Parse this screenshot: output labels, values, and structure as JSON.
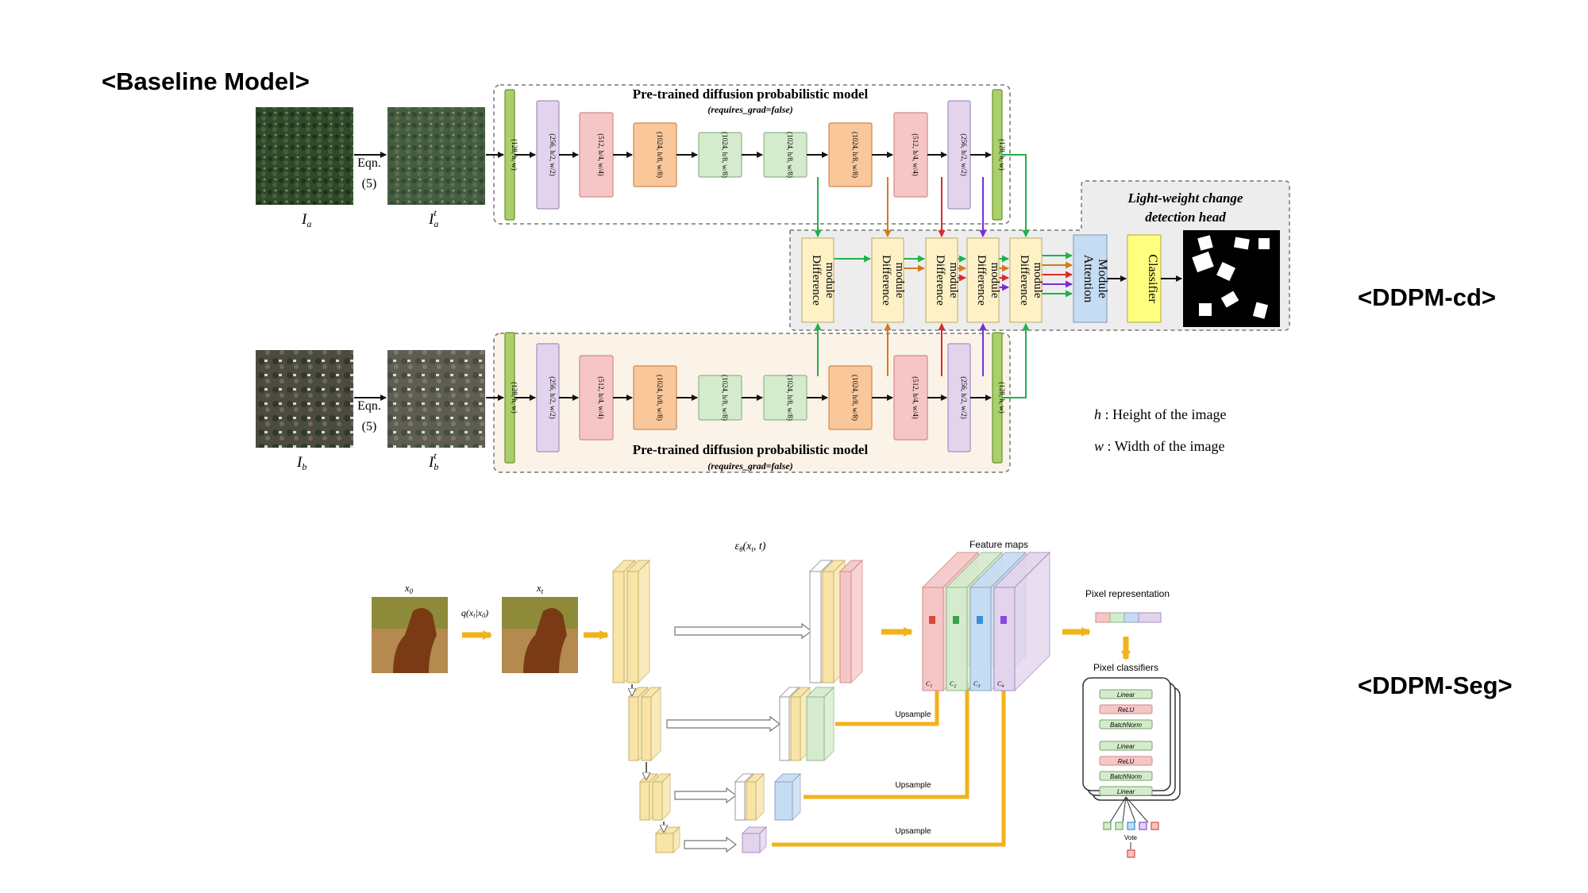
{
  "labels": {
    "baseline": "<Baseline Model>",
    "cd": "<DDPM-cd>",
    "seg": "<DDPM-Seg>"
  },
  "ddpm_cd": {
    "top_title": "Pre-trained diffusion probabilistic model",
    "top_subtitle": "(requires_grad=false)",
    "bottom_title": "Pre-trained diffusion probabilistic model",
    "bottom_subtitle": "(requires_grad=false)",
    "head_title_line1": "Light-weight  change",
    "head_title_line2": "detection head",
    "eqn_line1": "Eqn.",
    "eqn_line2": "(5)",
    "img_a": "I",
    "img_a_sub": "a",
    "img_at": "I",
    "img_at_sub": "a",
    "img_at_sup": "t",
    "img_b": "I",
    "img_b_sub": "b",
    "img_bt": "I",
    "img_bt_sub": "b",
    "img_bt_sup": "t",
    "top_blocks": [
      "(128, h, w)",
      "(256, h/2, w/2)",
      "(512, h/4, w/4)",
      "(1024, h/8, w/8)",
      "(1024, h/8, w/8)",
      "(1024, h/8, w/8)",
      "(1024, h/8, w/8)",
      "(512, h/4, w/4)",
      "(256, h/2, w/2)",
      "(128, h, w)"
    ],
    "bottom_blocks": [
      "(128, h, w)",
      "(256, h/2, w/2)",
      "(512, h/4, w/4)",
      "(1024, h/8, w/8)",
      "(1024, h/8, w/8)",
      "(1024, h/8, w/8)",
      "(1024, h/8, w/8)",
      "(512, h/4, w/4)",
      "(256, h/2, w/2)",
      "(128, h, w)"
    ],
    "diff_line1": "Difference",
    "diff_line2": "module",
    "attn_line1": "Attention",
    "attn_line2": "Module",
    "classifier": "Classifier",
    "legend_h_sym": "h",
    "legend_h_text": " : Height of the image",
    "legend_w_sym": "w",
    "legend_w_text": " : Width of the image",
    "colors": {
      "green_bar": "#a9d06b",
      "purple": "#e2d4ec",
      "pink": "#f6c6c6",
      "orange": "#f9c79a",
      "lightgreen": "#d5ebcd",
      "yellow_mod": "#fff1c6",
      "attn": "#c6dcf3",
      "classifier": "#ffff7f",
      "arrow_green": "#22b14c",
      "arrow_orange": "#d27a1e",
      "arrow_red": "#d92b2b",
      "arrow_purple": "#7a2bd9"
    }
  },
  "ddpm_seg": {
    "x0": "x",
    "x0_sub": "0",
    "xt": "x",
    "xt_sub": "t",
    "q_label": "q(x",
    "q_label_rest": "t",
    "q_label_end": "|x",
    "q_label_end_sub": "0",
    "q_label_close": ")",
    "eps_label": "ε",
    "eps_sub": "θ",
    "eps_args": "(x",
    "eps_args_sub": "t",
    "eps_args_end": ", t)",
    "feature_maps": "Feature maps",
    "pixel_representation": "Pixel representation",
    "pixel_classifiers": "Pixel classifiers",
    "upsample": "Upsample",
    "classifier_layers": [
      "Linear",
      "ReLU",
      "BatchNorm",
      "Linear",
      "ReLU",
      "BatchNorm",
      "Linear"
    ],
    "vote": "Vote",
    "c_labels": [
      "C",
      "C",
      "C",
      "C"
    ],
    "c_subs": [
      "1",
      "2",
      "3",
      "4"
    ]
  }
}
